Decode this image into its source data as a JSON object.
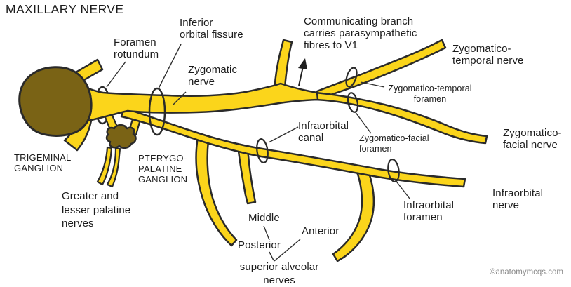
{
  "title": "MAXILLARY NERVE",
  "watermark": "©anatomymcqs.com",
  "colors": {
    "nerve_yellow": "#FBD51B",
    "ganglion_olive": "#7A6315",
    "outline": "#2A2A2A",
    "text": "#1C1C1C",
    "watermark_gray": "#8B8B8B",
    "background": "#FFFFFF"
  },
  "labels": {
    "foramen_rotundum": "Foramen\nrotundum",
    "inferior_orbital_fissure": "Inferior\norbital fissure",
    "zygomatic_nerve": "Zygomatic\nnerve",
    "communicating_branch": "Communicating branch\ncarries parasympathetic\nfibres to V1",
    "zygomaticotemporal_nerve": "Zygomatico-\ntemporal nerve",
    "zygomaticotemporal_foramen": "Zygomatico-temporal\nforamen",
    "zygomaticofacial_foramen": "Zygomatico-facial\nforamen",
    "zygomaticofacial_nerve": "Zygomatico-\nfacial nerve",
    "infraorbital_canal": "Infraorbital\ncanal",
    "infraorbital_nerve": "Infraorbital\nnerve",
    "infraorbital_foramen": "Infraorbital\nforamen",
    "trigeminal_ganglion": "TRIGEMINAL\nGANGLION",
    "pterygopalatine_ganglion": "PTERYGO-\nPALATINE\nGANGLION",
    "palatine_nerves": "Greater and\nlesser palatine\nnerves",
    "middle_label": "Middle",
    "anterior_label": "Anterior",
    "posterior_label": "Posterior",
    "superior_alveolar_nerves": "superior alveolar\nnerves"
  }
}
